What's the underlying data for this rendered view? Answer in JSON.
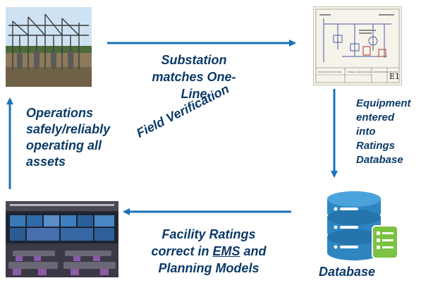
{
  "labels": {
    "substation_matches": [
      "Substation",
      "matches One-Line"
    ],
    "equipment_entered": [
      "Equipment",
      "entered",
      "into",
      "Ratings",
      "Database"
    ],
    "operations": [
      "Operations",
      "safely/reliably",
      "operating all",
      "assets"
    ],
    "field_verification": "Field Verification",
    "facility_ratings": {
      "line1": "Facility Ratings",
      "line2_prefix": "correct in ",
      "line2_ems": "EMS",
      "line2_suffix": " and",
      "line3": "Planning Models"
    },
    "database": "Database"
  },
  "oneline_block": {
    "box1": "ROUTING STRUCTURE",
    "box2": "SINGLE LINE DIAGRAM",
    "box3": "SUBSTATION SUMMARY",
    "page_mark": "E1"
  },
  "colors": {
    "arrow": "#1a72b8",
    "text": "#0b3a67",
    "db_body": "#2e86c1",
    "db_badge": "#7cc243"
  },
  "images": {
    "substation_photo": "substation-photo",
    "oneline_diagram": "one-line-diagram",
    "control_room_photo": "control-room-photo",
    "database_icon": "database-icon"
  }
}
